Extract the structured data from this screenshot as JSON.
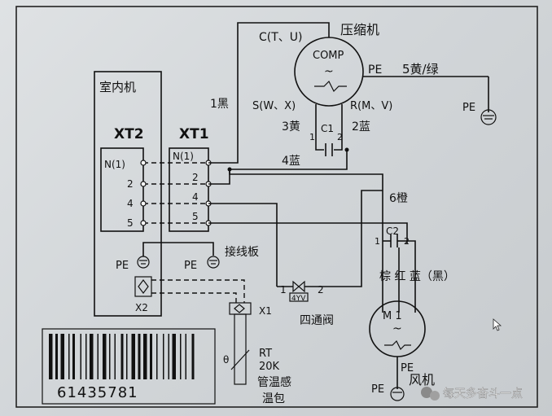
{
  "compressor": {
    "title": "压缩机",
    "comp": "COMP",
    "c_label": "C(T、U)",
    "s_label": "S(W、X)",
    "r_label": "R(M、V)",
    "pe": "PE",
    "pe_wire": "5黄/绿",
    "pe_sym": "PE"
  },
  "indoor": {
    "title": "室内机",
    "xt2": "XT2",
    "xt1": "XT1"
  },
  "xt2_terms": [
    "N(1)",
    "2",
    "4",
    "5"
  ],
  "xt1_terms": [
    "N(1)",
    "2",
    "4",
    "5"
  ],
  "wire_labels": {
    "black": "1黑",
    "yellow": "3黄",
    "blue2": "2蓝",
    "blue4": "4蓝",
    "orange": "6橙"
  },
  "cap1": {
    "name": "C1",
    "p1": "1",
    "p2": "2"
  },
  "cap2": {
    "name": "C2",
    "p1": "1",
    "p2": "2"
  },
  "pe_left": "PE",
  "pe_mid": "PE",
  "terminal_board": "接线板",
  "x2": "X2",
  "x1": "X1",
  "valve": {
    "p1": "1",
    "p2": "2",
    "code": "4YV",
    "name": "四通阀"
  },
  "sensor": {
    "rt": "RT",
    "val": "20K",
    "name1": "管温感",
    "name2": "温包",
    "theta": "θ"
  },
  "fan": {
    "m": "M 1",
    "motor_wires": "棕 红 蓝（黑）",
    "pe": "PE",
    "name": "风机"
  },
  "barcode": "61435781",
  "watermark": "每天多奋斗一点"
}
